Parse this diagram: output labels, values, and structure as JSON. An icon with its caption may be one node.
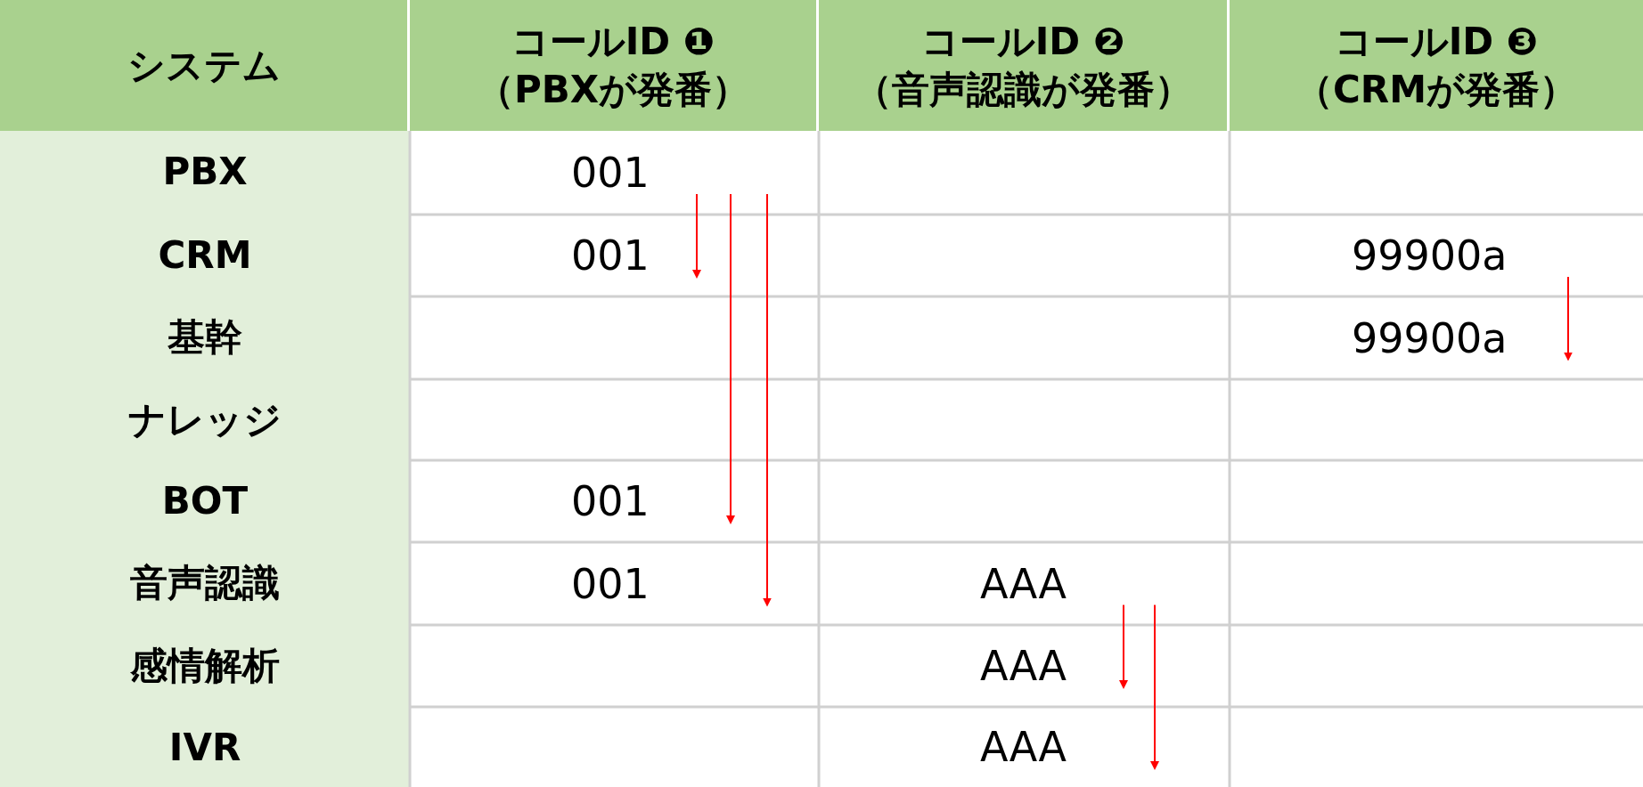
{
  "diagram": {
    "nodes": [
      {
        "text": [
          "001"
        ]
      },
      {
        "text": [
          "001"
        ]
      },
      {
        "text": [
          "99900a"
        ]
      },
      {
        "text": [
          "99900a"
        ]
      },
      {
        "text": [
          "001"
        ]
      },
      {
        "text": [
          "001"
        ]
      },
      {
        "text": [
          "AAA"
        ]
      },
      {
        "text": [
          "AAA"
        ]
      },
      {
        "text": [
          "AAA"
        ]
      }
    ],
    "edges": [
      {
        "from": 0,
        "to": 1,
        "arrow": "to"
      },
      {
        "from": 0,
        "to": 4,
        "arrow": "to"
      },
      {
        "from": 0,
        "to": 5,
        "arrow": "to"
      },
      {
        "from": 2,
        "to": 3,
        "arrow": "to"
      },
      {
        "from": 6,
        "to": 7,
        "arrow": "to"
      },
      {
        "from": 6,
        "to": 8,
        "arrow": "to"
      }
    ],
    "labels": [
      "システム",
      "コールID ❶ （PBXが発番）",
      "コールID ❷ （音声認識が発番）",
      "コールID ❸ （CRMが発番）",
      "PBX",
      "CRM",
      "基幹",
      "ナレッジ",
      "BOT",
      "音声認識",
      "感情解析",
      "IVR"
    ]
  }
}
